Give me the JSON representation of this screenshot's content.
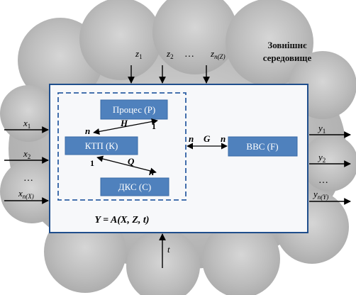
{
  "environment_label": [
    "Зовнішнє",
    "середовище"
  ],
  "blocks": {
    "process": "Процес (Р)",
    "ktp": "КТП (К)",
    "dks": "ДКС (С)",
    "vvs": "ВВС (F)"
  },
  "inputs_z": [
    "z",
    "z",
    "z"
  ],
  "inputs_z_sub": [
    "1",
    "2",
    "n(Z)"
  ],
  "z_dots": "…",
  "inputs_x": [
    "x",
    "x",
    "x"
  ],
  "inputs_x_sub": [
    "1",
    "2",
    "n(X)"
  ],
  "x_dots": "…",
  "outputs_y": [
    "y",
    "y",
    "y"
  ],
  "outputs_y_sub": [
    "1",
    "2",
    "n(Y)"
  ],
  "y_dots": "…",
  "time_label": "t",
  "links": {
    "H": "H",
    "H_n": "n",
    "H_1": "1",
    "Q": "Q",
    "Q_1": "1",
    "Q_n": "n",
    "G": "G",
    "G_n_left": "n",
    "G_n_right": "n"
  },
  "formula": "Y = A(X, Z, t)",
  "colors": {
    "block_fill": "#4f81bd",
    "frame": "#1f4e8c",
    "panel": "#f7f8fa",
    "dash": "#2e5fa3"
  }
}
